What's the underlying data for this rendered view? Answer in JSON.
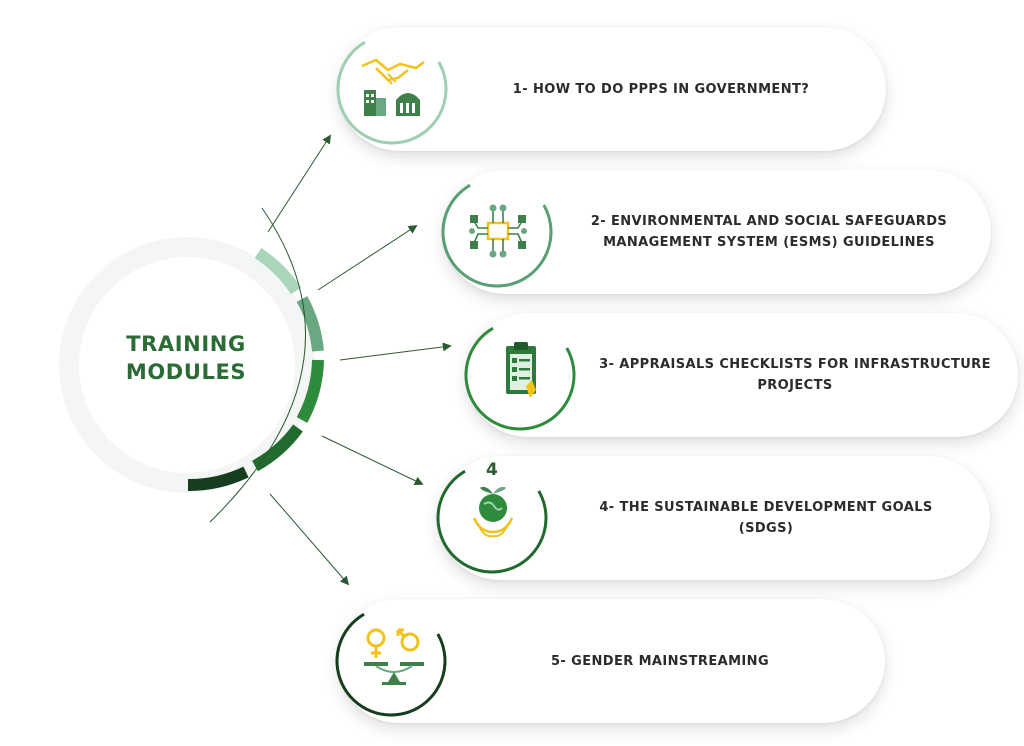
{
  "hub": {
    "title_line1": "TRAINING",
    "title_line2": "MODULES"
  },
  "modules": [
    {
      "label": "1- HOW TO DO PPPS IN GOVERNMENT?",
      "icon": "handshake-buildings-icon",
      "ring_color": "#9dcfb0"
    },
    {
      "label_line1": "2- ENVIRONMENTAL AND SOCIAL SAFEGUARDS",
      "label_line2": "MANAGEMENT SYSTEM (ESMS) GUIDELINES",
      "icon": "network-chip-icon",
      "ring_color": "#5a9e74"
    },
    {
      "label_line1": "3- APPRAISALS CHECKLISTS FOR INFRASTRUCTURE",
      "label_line2": "PROJECTS",
      "icon": "clipboard-checklist-icon",
      "ring_color": "#2e8b3c"
    },
    {
      "label_line1": "4- THE SUSTAINABLE DEVELOPMENT GOALS",
      "label_line2": "(SDGS)",
      "icon": "globe-sdg-icon",
      "icon_number": "4",
      "ring_color": "#1f6a2c"
    },
    {
      "label": "5- GENDER MAINSTREAMING",
      "icon": "gender-balance-icon",
      "ring_color": "#163e1e"
    }
  ],
  "colors": {
    "hub_text": "#2c6b36",
    "icon_green": "#3f7f4a",
    "icon_yellow": "#f2c21b",
    "pill_text": "#2b2b2b"
  }
}
